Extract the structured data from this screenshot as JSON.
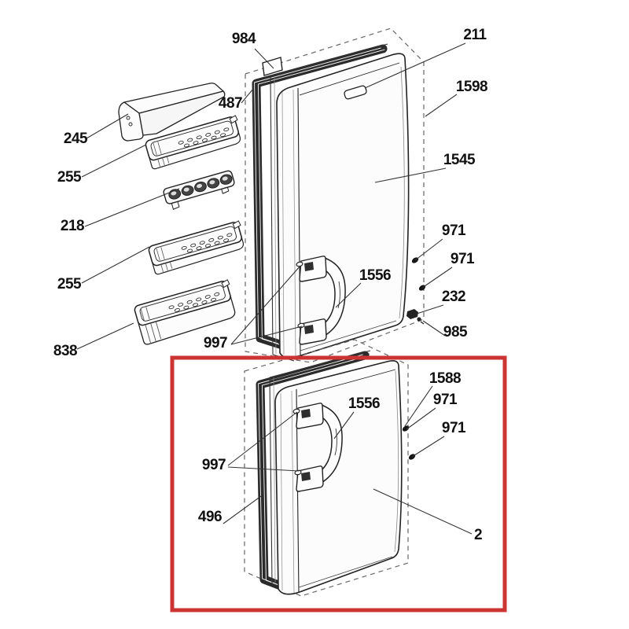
{
  "diagram": {
    "kind": "exploded-parts-diagram",
    "subject": "refrigerator fridge and freezer doors with shelves, gaskets, handles and fittings",
    "background": "#ffffff",
    "line_color": "#222222",
    "highlight": {
      "color": "#cc3333",
      "note": "red box around lower freezer door assembly"
    },
    "labels": [
      {
        "text": "984",
        "target": "top trim tab on upper door gasket frame"
      },
      {
        "text": "211",
        "target": "badge plate on upper door panel"
      },
      {
        "text": "1598",
        "target": "dashed outline of upper door assembly"
      },
      {
        "text": "487",
        "target": "upper door gasket seal"
      },
      {
        "text": "245",
        "target": "small door shelf cover"
      },
      {
        "text": "255",
        "target": "upper door bin shelf"
      },
      {
        "text": "1545",
        "target": "upper door outer panel"
      },
      {
        "text": "218",
        "target": "egg tray insert"
      },
      {
        "text": "971",
        "target": "upper fixing screw (top)"
      },
      {
        "text": "971",
        "target": "upper fixing screw (bottom)"
      },
      {
        "text": "255",
        "target": "middle door bin shelf"
      },
      {
        "text": "232",
        "target": "middle hinge bracket"
      },
      {
        "text": "1556",
        "target": "upper door handle"
      },
      {
        "text": "985",
        "target": "hinge pin bushing"
      },
      {
        "text": "997",
        "target": "handle screw holes on upper door"
      },
      {
        "text": "838",
        "target": "large bottom door bin"
      },
      {
        "text": "1588",
        "target": "lower fixing screw with washer"
      },
      {
        "text": "971",
        "target": "lower fixing screw (top)"
      },
      {
        "text": "971",
        "target": "lower fixing screw (bottom)"
      },
      {
        "text": "1556",
        "target": "lower door handle"
      },
      {
        "text": "997",
        "target": "handle screw holes on lower door"
      },
      {
        "text": "496",
        "target": "lower door gasket seal"
      },
      {
        "text": "2",
        "target": "lower freezer door panel"
      }
    ]
  }
}
